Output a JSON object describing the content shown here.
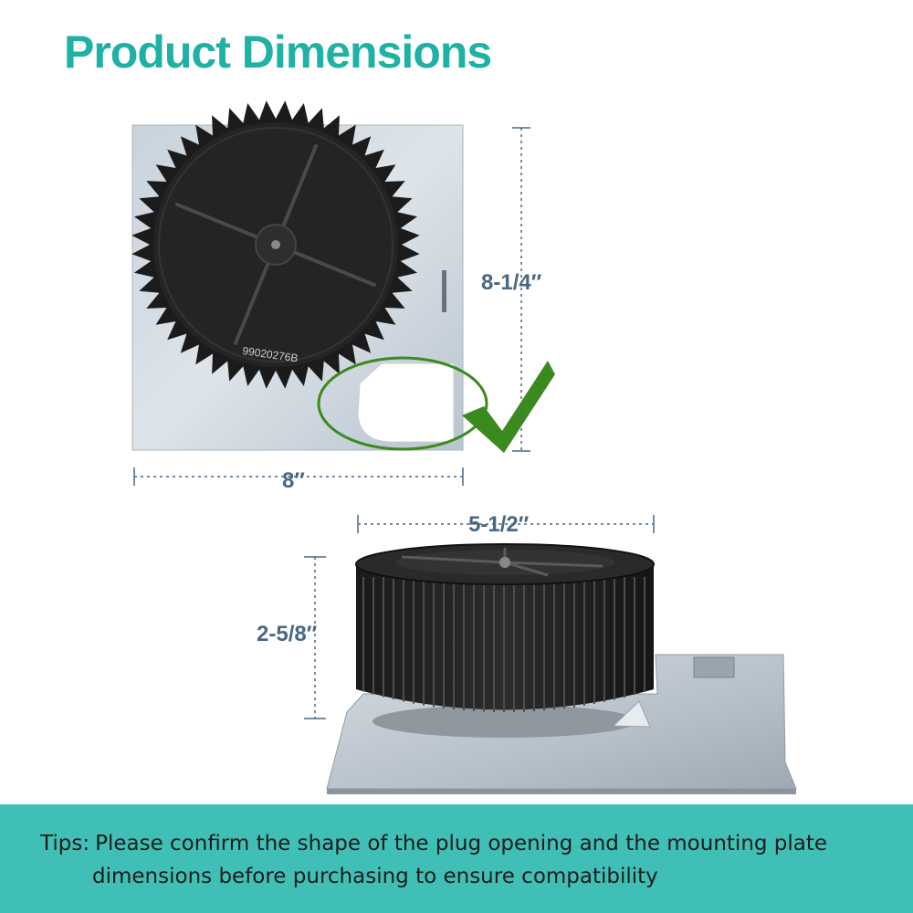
{
  "title": "Product Dimensions",
  "dimensions": {
    "plate_height": "8-1/4″",
    "plate_width": "8″",
    "wheel_diameter": "5-1/2″",
    "wheel_height": "2-5/8″"
  },
  "part_number": "99020276B",
  "tips": {
    "prefix": "Tips:",
    "line1": "Please confirm the shape of the plug opening and the mounting plate",
    "line2": "dimensions before purchasing to ensure compatibility"
  },
  "colors": {
    "title": "#1fb1a4",
    "dimension_text": "#4a6882",
    "check_mark": "#3b8a1e",
    "tips_bar": "#3fbfb6"
  }
}
